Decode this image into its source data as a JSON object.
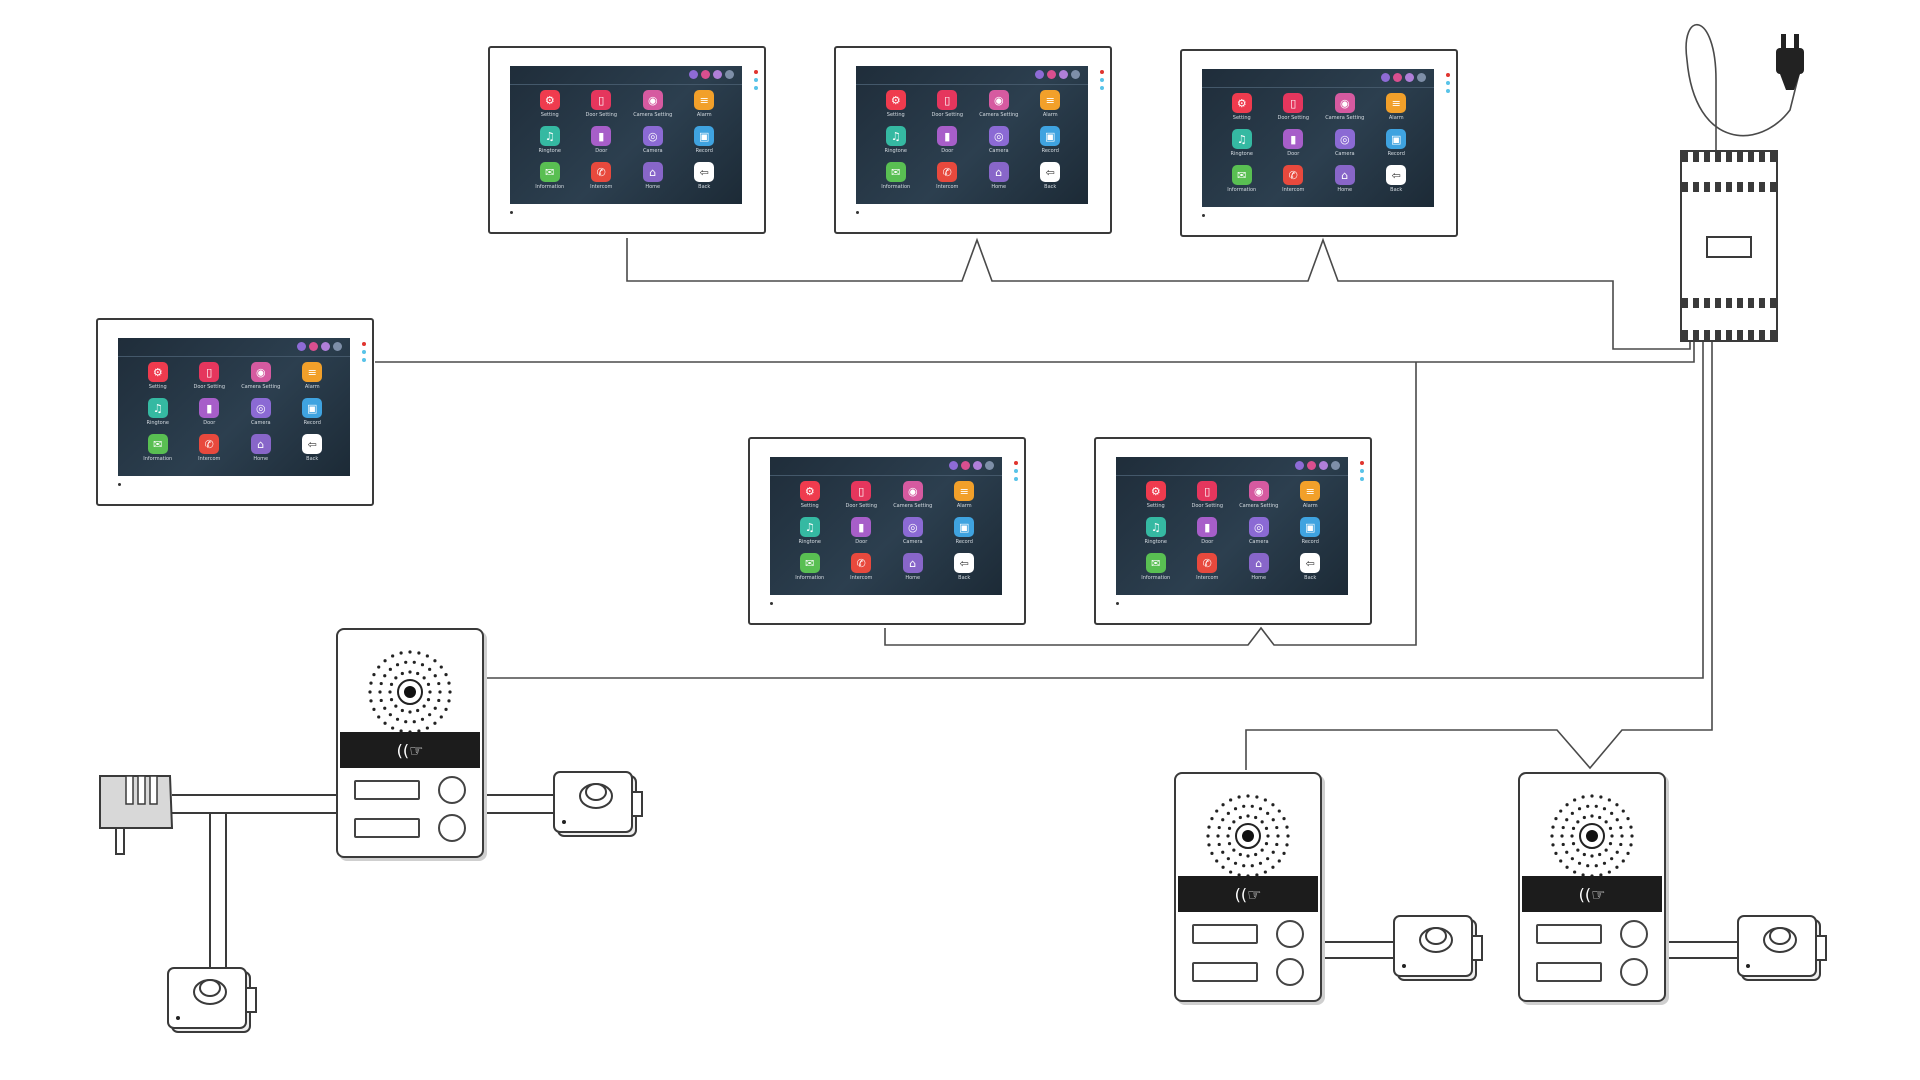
{
  "colors": {
    "wire": "#4a4a4a",
    "outline": "#3a3a3a",
    "screen_bg": "#243442",
    "rfid_band": "#1c1c1c"
  },
  "monitor_ui": {
    "status_icon_colors": [
      "#8e6bd6",
      "#d94f8f",
      "#b07fd9",
      "#7e8fa8"
    ],
    "side_led_colors": [
      "#e0342f",
      "#58c3e8",
      "#58c3e8"
    ],
    "apps": [
      {
        "label": "Setting",
        "icon": "gear-icon",
        "glyph": "⚙",
        "color": "#ef3b4e"
      },
      {
        "label": "Door Setting",
        "icon": "door-icon",
        "glyph": "▯",
        "color": "#e5365d"
      },
      {
        "label": "Camera Setting",
        "icon": "camera-setting-icon",
        "glyph": "◉",
        "color": "#d65aa0"
      },
      {
        "label": "Alarm",
        "icon": "alarm-icon",
        "glyph": "≡",
        "color": "#f2a02a"
      },
      {
        "label": "Ringtone",
        "icon": "music-note-icon",
        "glyph": "♫",
        "color": "#35b9a2"
      },
      {
        "label": "Door",
        "icon": "door-icon",
        "glyph": "▮",
        "color": "#a75ec9"
      },
      {
        "label": "Camera",
        "icon": "camera-icon",
        "glyph": "◎",
        "color": "#8b6ad4"
      },
      {
        "label": "Record",
        "icon": "record-icon",
        "glyph": "▣",
        "color": "#3fa3e0"
      },
      {
        "label": "Information",
        "icon": "envelope-icon",
        "glyph": "✉",
        "color": "#59bf52"
      },
      {
        "label": "Intercom",
        "icon": "phone-icon",
        "glyph": "✆",
        "color": "#e8493d"
      },
      {
        "label": "Home",
        "icon": "home-icon",
        "glyph": "⌂",
        "color": "#8866c9"
      },
      {
        "label": "Back",
        "icon": "back-icon",
        "glyph": "⇦",
        "color": "#ffffff"
      }
    ]
  },
  "monitors": [
    {
      "id": "monitor-1"
    },
    {
      "id": "monitor-2"
    },
    {
      "id": "monitor-3"
    },
    {
      "id": "monitor-4"
    },
    {
      "id": "monitor-5"
    },
    {
      "id": "monitor-6"
    }
  ],
  "door_panels": [
    {
      "id": "door-panel-1",
      "rfid_icon": "rfid-icon"
    },
    {
      "id": "door-panel-2",
      "rfid_icon": "rfid-icon"
    },
    {
      "id": "door-panel-3",
      "rfid_icon": "rfid-icon"
    }
  ],
  "locks": [
    {
      "id": "lock-1"
    },
    {
      "id": "lock-2"
    },
    {
      "id": "lock-3"
    },
    {
      "id": "lock-4"
    }
  ],
  "power_supply": {
    "plug_icon": "power-plug-icon",
    "adapter_icon": "wall-adapter-icon"
  }
}
